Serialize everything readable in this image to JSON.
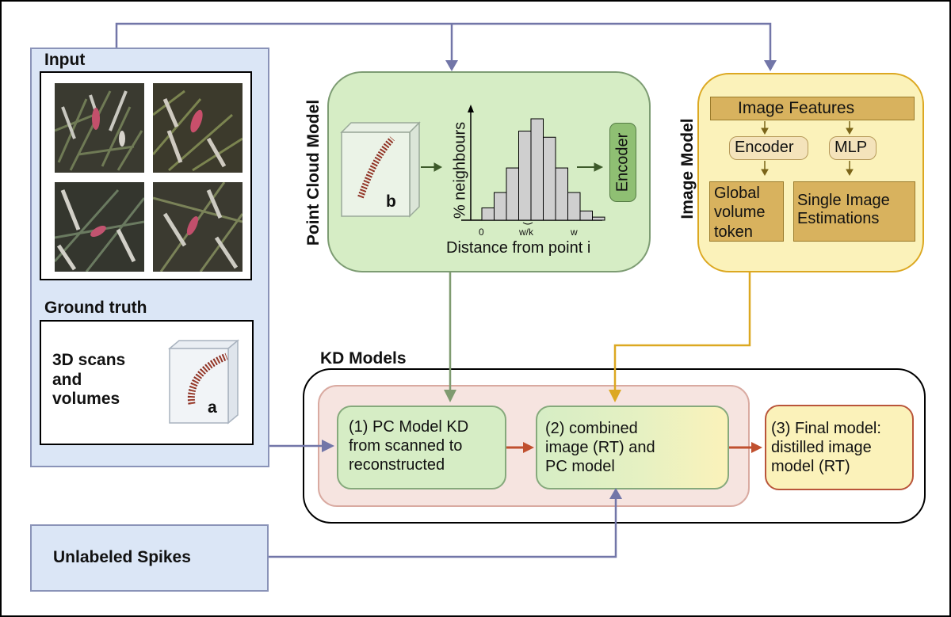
{
  "input": {
    "title": "Input",
    "ground_truth_title": "Ground truth",
    "gt_label_lines": [
      "3D scans",
      "and",
      "volumes"
    ],
    "gt_letter": "a"
  },
  "unlabeled": {
    "label": "Unlabeled Spikes"
  },
  "point_cloud": {
    "title": "Point Cloud Model",
    "letter": "b",
    "ylabel": "% neighbours",
    "xlabel": "Distance from point i",
    "ticks": [
      "0",
      "w/k",
      "w"
    ],
    "encoder": "Encoder"
  },
  "image_model": {
    "title": "Image Model",
    "features": "Image Features",
    "encoder": "Encoder",
    "mlp": "MLP",
    "global_lines": [
      "Global",
      "volume",
      "token"
    ],
    "single_lines": [
      "Single Image",
      "Estimations"
    ]
  },
  "kd": {
    "title": "KD Models",
    "step1_lines": [
      "(1) PC Model KD",
      "from scanned to",
      "reconstructed"
    ],
    "step2_lines": [
      "(2) combined",
      "image (RT) and",
      "PC model"
    ],
    "step3_lines": [
      "(3) Final model:",
      "distilled image",
      "model (RT)"
    ]
  },
  "colors": {
    "blue_arrow": "#7276a8",
    "green_arrow": "#7f9b70",
    "gold_arrow": "#dca821",
    "red_arrow": "#c0502f",
    "histogram_bar": "#cfcfcf"
  },
  "chart_data": {
    "type": "bar",
    "values": [
      4,
      9,
      17,
      29,
      33,
      27,
      17,
      9,
      3,
      1
    ]
  }
}
